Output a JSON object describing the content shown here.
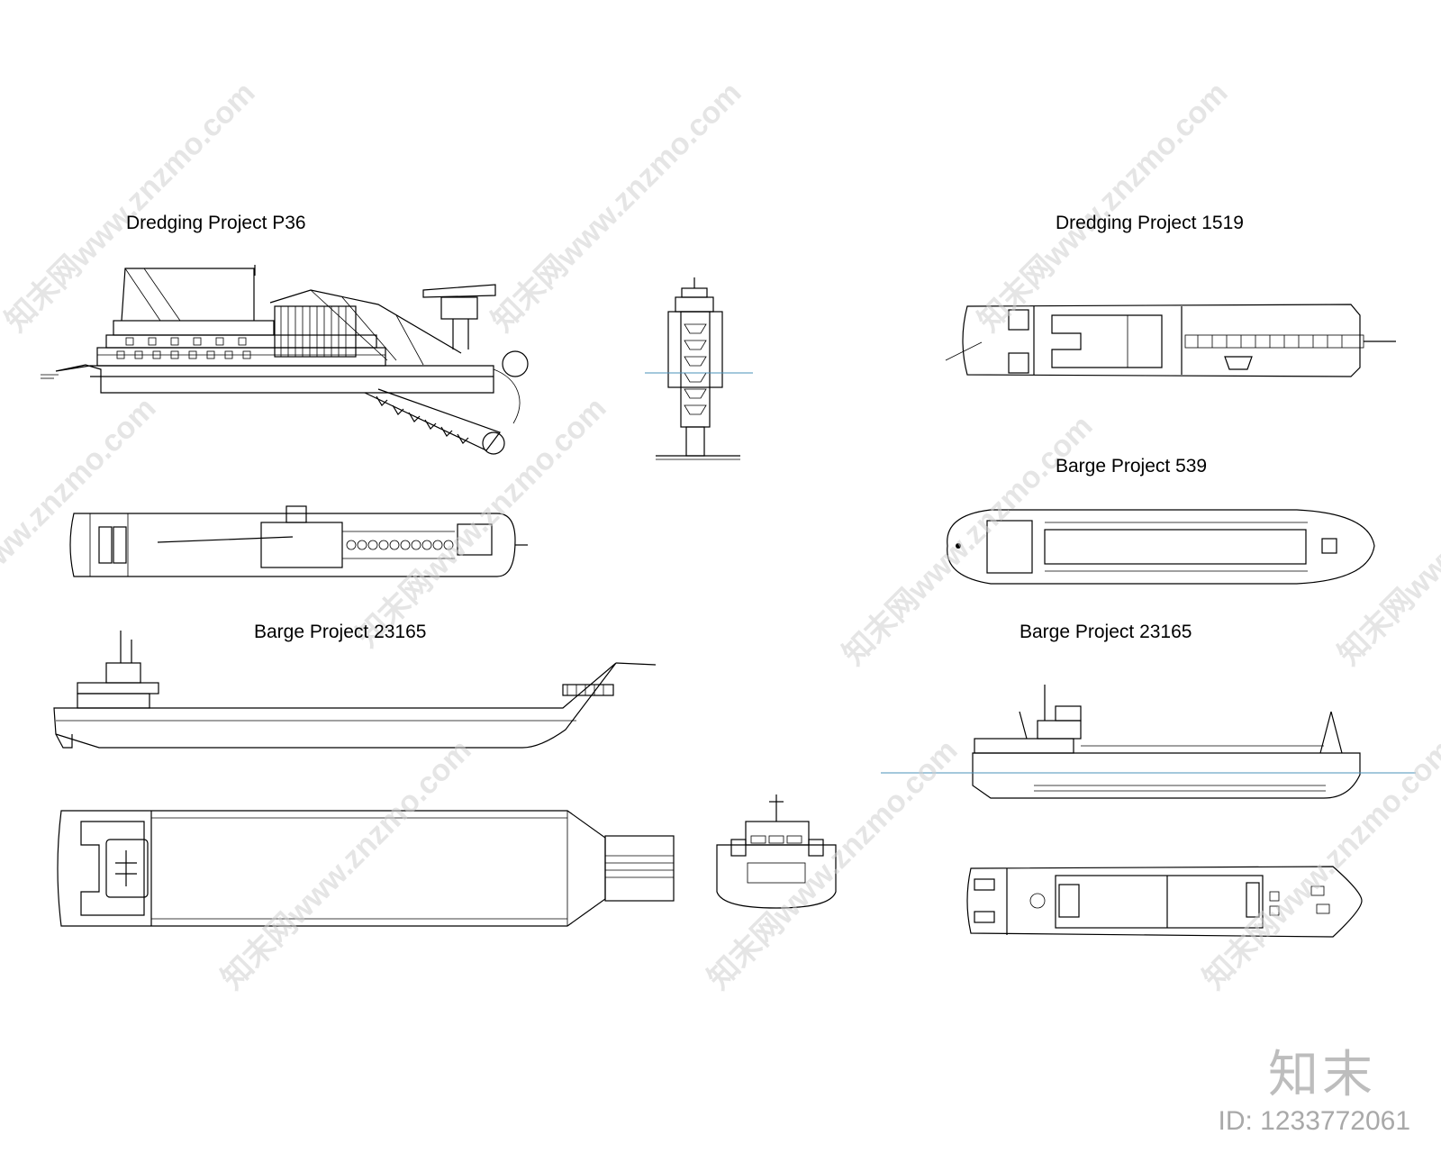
{
  "titles": {
    "p36": "Dredging Project P36",
    "p1519": "Dredging Project 1519",
    "p539": "Barge Project 539",
    "p23165_left": "Barge Project 23165",
    "p23165_right": "Barge Project 23165"
  },
  "watermark": {
    "site_text": "知末网www.znzmo.com",
    "brand": "知末",
    "id_label": "ID: 1233772061"
  },
  "colors": {
    "line": "#000000",
    "waterline": "#4a90b8",
    "watermark": "#cfcfcf"
  }
}
